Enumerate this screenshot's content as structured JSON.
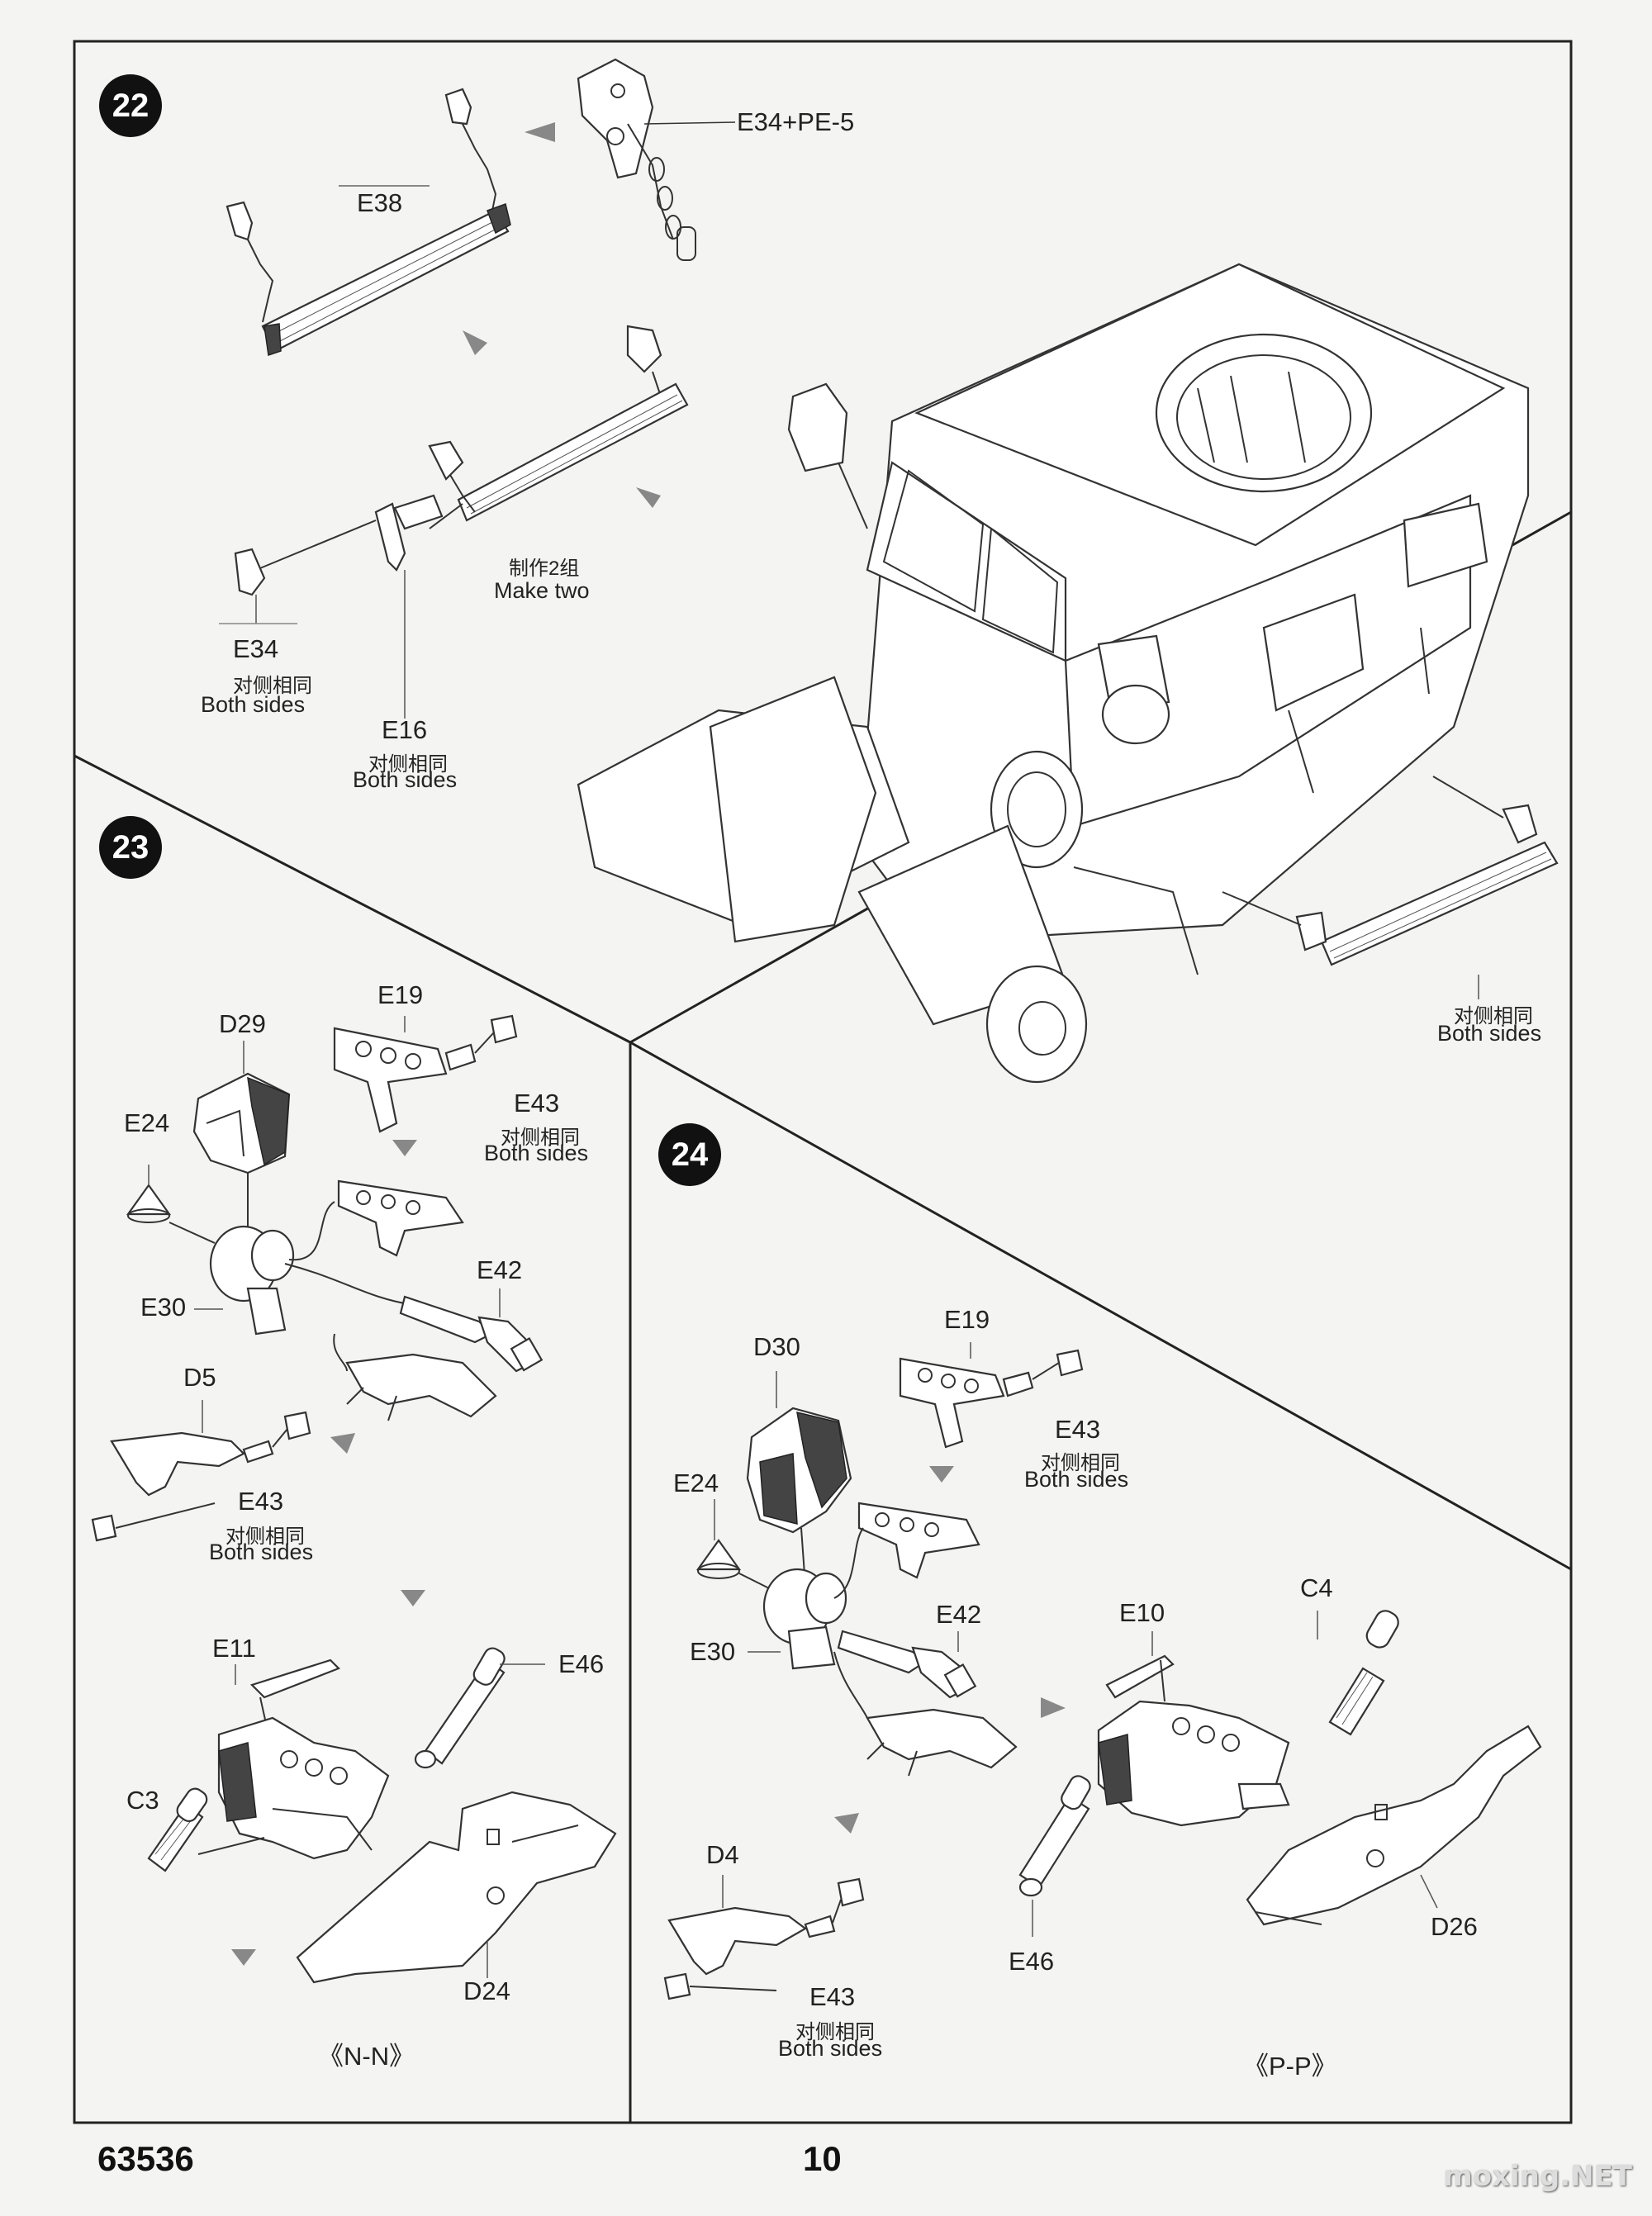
{
  "steps": {
    "s22": {
      "number": "22",
      "parts": {
        "e34_pe5": "E34+PE-5",
        "e38": "E38",
        "e34": "E34",
        "e34_sides_cn": "对侧相同",
        "e34_sides_en": "Both sides",
        "e16": "E16",
        "e16_sides_cn": "对侧相同",
        "e16_sides_en": "Both sides",
        "make_two_cn": "制作2组",
        "make_two_en": "Make two",
        "vehicle_sides_cn": "对侧相同",
        "vehicle_sides_en": "Both sides"
      }
    },
    "s23": {
      "number": "23",
      "parts": {
        "e19": "E19",
        "d29": "D29",
        "e24": "E24",
        "e43a": "E43",
        "e43a_cn": "对侧相同",
        "e43a_en": "Both sides",
        "e42": "E42",
        "e30": "E30",
        "d5": "D5",
        "e43b": "E43",
        "e43b_cn": "对侧相同",
        "e43b_en": "Both sides",
        "e11": "E11",
        "e46": "E46",
        "c3": "C3",
        "d24": "D24",
        "view": "《N-N》"
      }
    },
    "s24": {
      "number": "24",
      "parts": {
        "e19": "E19",
        "d30": "D30",
        "e43a": "E43",
        "e43a_cn": "对侧相同",
        "e43a_en": "Both sides",
        "e24": "E24",
        "e42": "E42",
        "e30": "E30",
        "e10": "E10",
        "c4": "C4",
        "d4": "D4",
        "e43b": "E43",
        "e43b_cn": "对侧相同",
        "e43b_en": "Both sides",
        "e46": "E46",
        "d26": "D26",
        "view": "《P-P》"
      }
    }
  },
  "footer": {
    "kit_number": "63536",
    "page_number": "10"
  },
  "watermark": "moxing.NET"
}
